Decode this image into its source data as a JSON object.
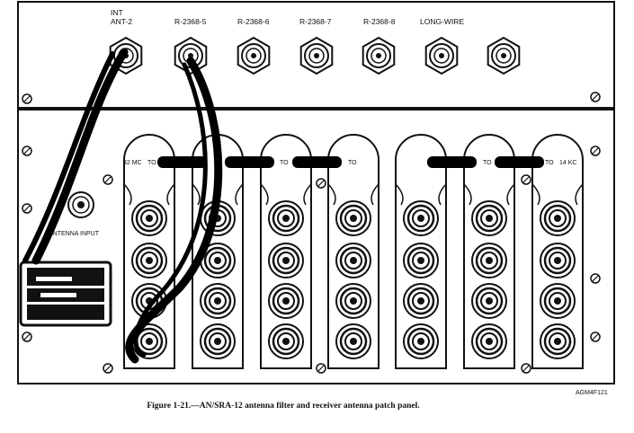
{
  "top_labels": {
    "int_line1": "INT",
    "int_line2": "ANT-2",
    "r1": "R-2368-5",
    "r2": "R-2368-6",
    "r3": "R-2368-7",
    "r4": "R-2368-8",
    "longwire": "LONG-WIRE"
  },
  "band_labels": {
    "left": "32 MC",
    "right": "14 KC",
    "to": "TO"
  },
  "antenna_input_label": "ANTENNA INPUT",
  "figure_id": "AGM4F121",
  "caption": "Figure 1-21.—AN/SRA-12 antenna filter and receiver antenna patch panel.",
  "panel": {
    "stroke": "#111111",
    "fill": "#ffffff"
  }
}
